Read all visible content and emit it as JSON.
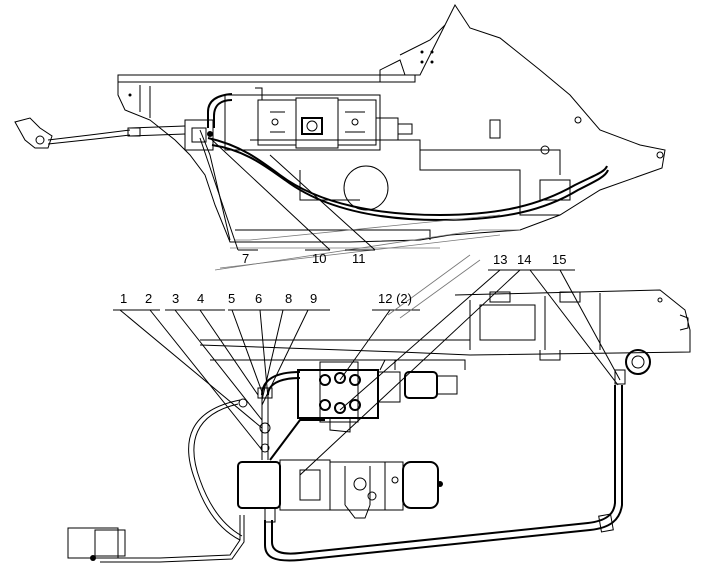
{
  "callouts_top": [
    {
      "id": "callout-7",
      "text": "7"
    },
    {
      "id": "callout-10",
      "text": "10"
    },
    {
      "id": "callout-11",
      "text": "11"
    }
  ],
  "callouts_mid": [
    {
      "id": "callout-1",
      "text": "1"
    },
    {
      "id": "callout-2",
      "text": "2"
    },
    {
      "id": "callout-3",
      "text": "3"
    },
    {
      "id": "callout-4",
      "text": "4"
    },
    {
      "id": "callout-5",
      "text": "5"
    },
    {
      "id": "callout-6",
      "text": "6"
    },
    {
      "id": "callout-8",
      "text": "8"
    },
    {
      "id": "callout-9",
      "text": "9"
    },
    {
      "id": "callout-12",
      "text": "12 (2)"
    },
    {
      "id": "callout-13",
      "text": "13"
    },
    {
      "id": "callout-14",
      "text": "14"
    },
    {
      "id": "callout-15",
      "text": "15"
    }
  ]
}
